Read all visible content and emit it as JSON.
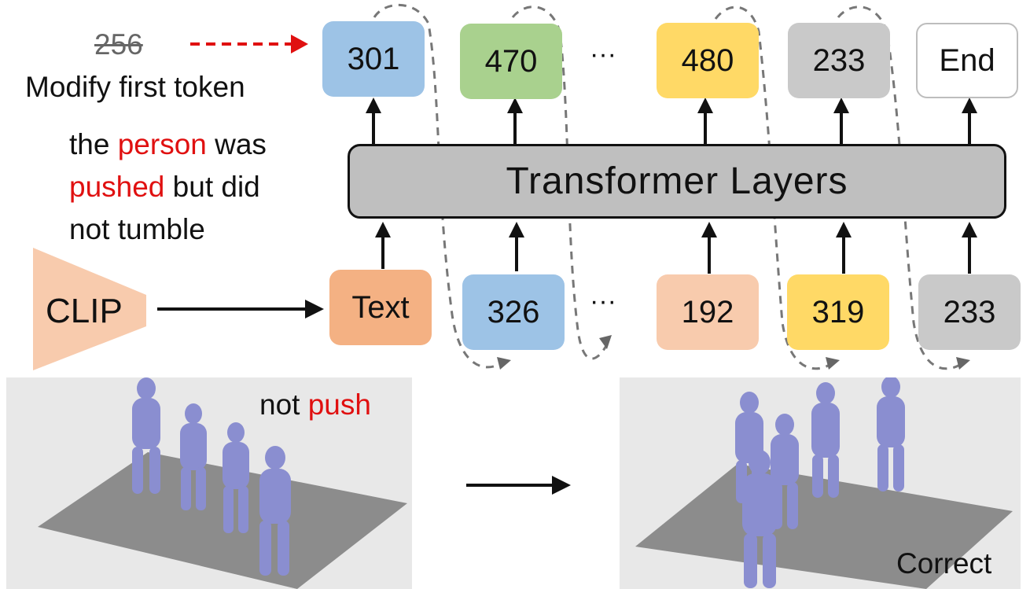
{
  "original_token": "256",
  "modify_label": "Modify first token",
  "prompt": {
    "part1": "the ",
    "kw1": "person",
    "part2": " was",
    "kw2": "pushed",
    "part3": " but did",
    "line3": "not tumble"
  },
  "encoder_label": "CLIP",
  "transformer_label": "Transformer Layers",
  "output_tokens": [
    "301",
    "470",
    "480",
    "233",
    "End"
  ],
  "input_tokens": [
    "Text",
    "326",
    "192",
    "319",
    "233"
  ],
  "ellipsis": "···",
  "left_caption": {
    "prefix": "not ",
    "keyword": "push"
  },
  "right_caption": "Correct",
  "colors": {
    "red": "#e01010",
    "blue": "#9dc3e6",
    "green": "#a9d18e",
    "yellow": "#ffd966",
    "gray": "#c9c9c9",
    "orange": "#f4b183",
    "peach": "#f8cbad",
    "clip": "#f8cbad",
    "figure": "#8a8ed0"
  }
}
